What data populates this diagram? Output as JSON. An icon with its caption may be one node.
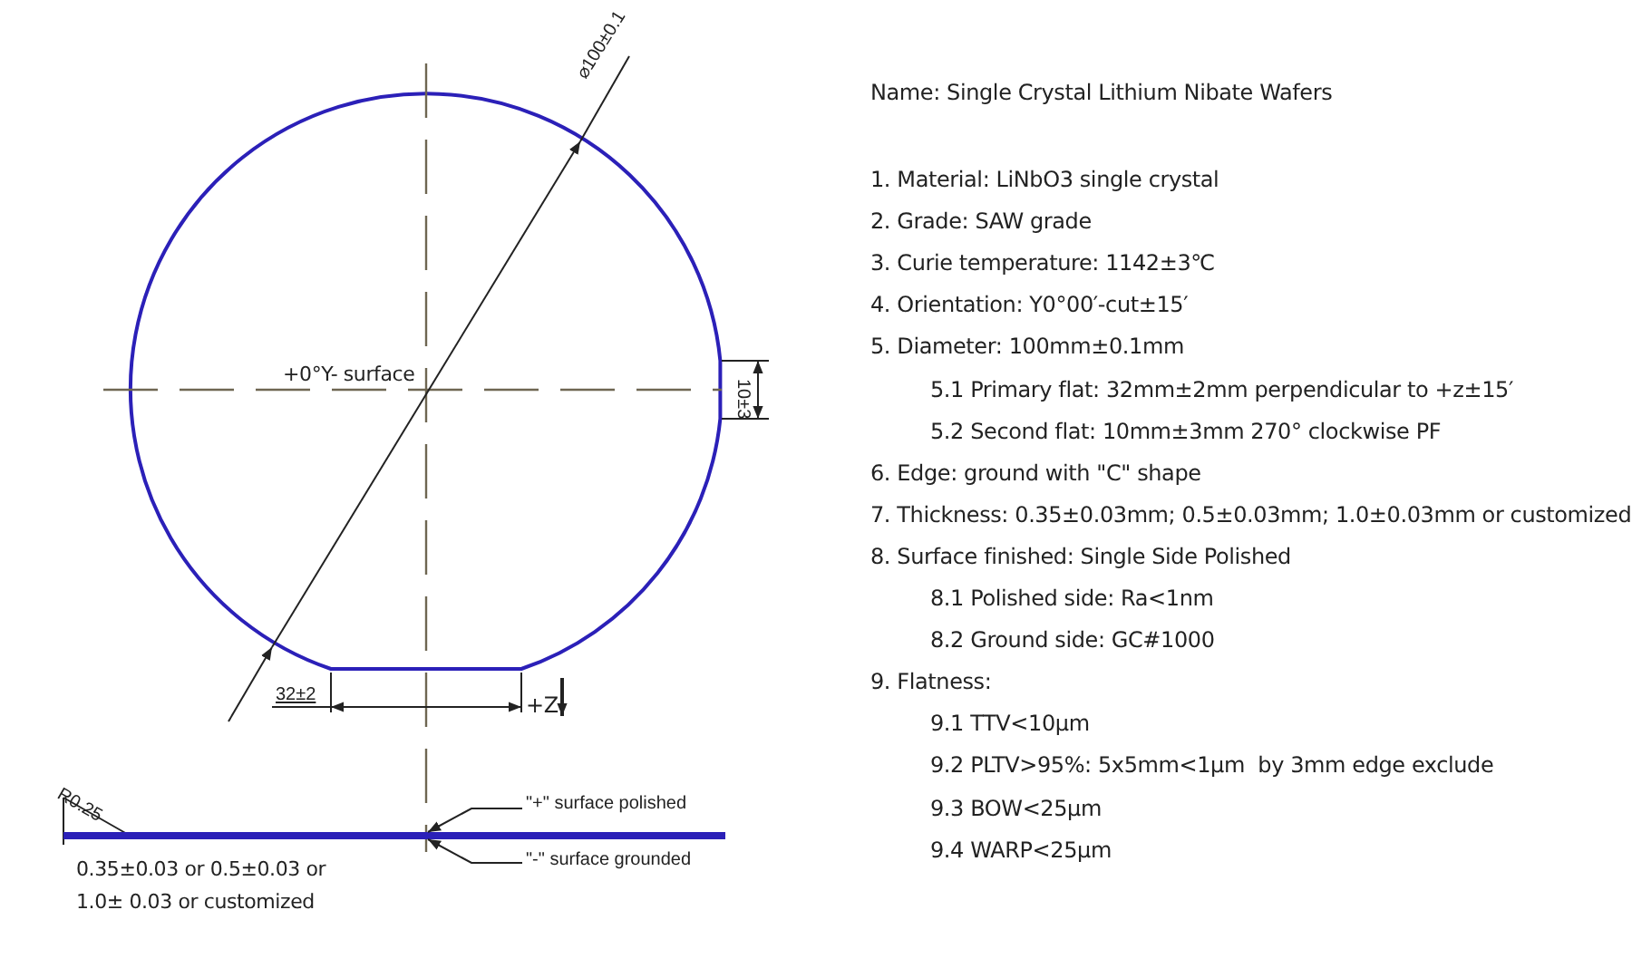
{
  "diagram": {
    "title": "Name: Single Crystal Lithium Nibate Wafers",
    "nodes": [
      {
        "text": [
          "\"+\" surface polished"
        ]
      },
      {
        "text": [
          "\"-\" surface grounded"
        ]
      },
      {
        "text": [],
        "shape": "bar"
      }
    ],
    "edges": [
      {
        "from": 0,
        "to": 2,
        "arrow": "to"
      },
      {
        "from": 1,
        "to": 2,
        "arrow": "to"
      }
    ],
    "labels": [
      "⌀100±0.1",
      "+0°Y- surface",
      "10±3",
      "32±2",
      "+Z",
      "R0.25",
      "0.35±0.03 or 0.5±0.03 or 1.0± 0.03 or customized",
      "1. Material: LiNbO3 single crystal",
      "2. Grade: SAW grade",
      "3. Curie temperature: 1142±3℃",
      "4. Orientation: Y0°00′-cut±15′",
      "5. Diameter: 100mm±0.1mm",
      "5.1 Primary flat: 32mm±2mm perpendicular to +z±15′",
      "5.2 Second flat: 10mm±3mm 270° clockwise PF",
      "6. Edge: ground with \"C\" shape",
      "7. Thickness: 0.35±0.03mm; 0.5±0.03mm; 1.0±0.03mm or customized",
      "8. Surface finished: Single Side Polished",
      "8.1 Polished side: Ra<1nm",
      "8.2 Ground side: GC#1000",
      "9. Flatness:",
      "9.1 TTV<10μm",
      "9.2 PLTV>95%: 5x5mm<1μm  by 3mm edge exclude",
      "9.3 BOW<25μm",
      "9.4 WARP<25μm"
    ]
  }
}
